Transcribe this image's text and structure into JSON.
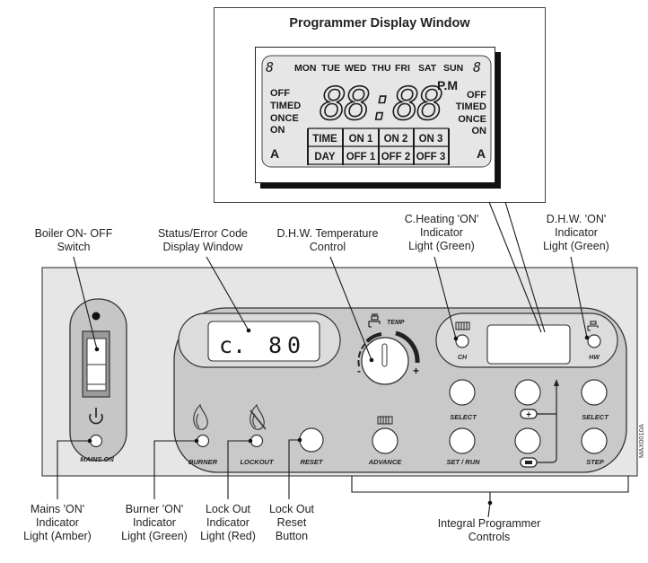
{
  "programmer_window": {
    "title": "Programmer Display Window",
    "days": [
      "MON",
      "TUE",
      "WED",
      "THU",
      "FRI",
      "SAT",
      "SUN"
    ],
    "left_modes": [
      "OFF",
      "TIMED",
      "ONCE",
      "ON"
    ],
    "right_modes": [
      "OFF",
      "TIMED",
      "ONCE",
      "ON"
    ],
    "pm_label": "P.M",
    "time_digits": "88:88",
    "side_digit": "8",
    "auto_left": "A",
    "auto_right": "A",
    "grid_top": [
      "TIME",
      "ON 1",
      "ON 2",
      "ON 3"
    ],
    "grid_bottom": [
      "DAY",
      "OFF 1",
      "OFF 2",
      "OFF 3"
    ]
  },
  "callouts": {
    "boiler_switch": [
      "Boiler ON- OFF",
      "Switch"
    ],
    "status_display": [
      "Status/Error Code",
      "Display Window"
    ],
    "dhw_temp": [
      "D.H.W. Temperature",
      "Control"
    ],
    "ch_indicator": [
      "C.Heating 'ON'",
      "Indicator",
      "Light (Green)"
    ],
    "dhw_indicator": [
      "D.H.W. 'ON'",
      "Indicator",
      "Light (Green)"
    ],
    "mains_indicator": [
      "Mains 'ON'",
      "Indicator",
      "Light (Amber)"
    ],
    "burner_indicator": [
      "Burner 'ON'",
      "Indicator",
      "Light (Green)"
    ],
    "lockout_indicator": [
      "Lock Out",
      "Indicator",
      "Light (Red)"
    ],
    "lockout_reset": [
      "Lock Out",
      "Reset",
      "Button"
    ],
    "programmer_controls": [
      "Integral Programmer",
      "Controls"
    ]
  },
  "panel": {
    "status_code": {
      "prefix": "c.",
      "value": "80"
    },
    "labels": {
      "mains_on": "MAINS ON",
      "burner": "BURNER",
      "lockout": "LOCKOUT",
      "reset": "RESET",
      "temp": "TEMP",
      "advance": "ADVANCE",
      "ch": "CH",
      "hw": "HW",
      "select_left": "SELECT",
      "set_run": "SET / RUN",
      "select_right": "SELECT",
      "step": "STEP",
      "plus": "+",
      "minus": "-",
      "temp_plus": "+",
      "temp_minus": "-"
    },
    "figure_ref": "MAX0010A"
  },
  "colors": {
    "panel_bg": "#e6e6e6",
    "inner_panel": "#c9c9c9",
    "lcd_bg": "#e8e8e8",
    "line": "#1a1a1a"
  }
}
